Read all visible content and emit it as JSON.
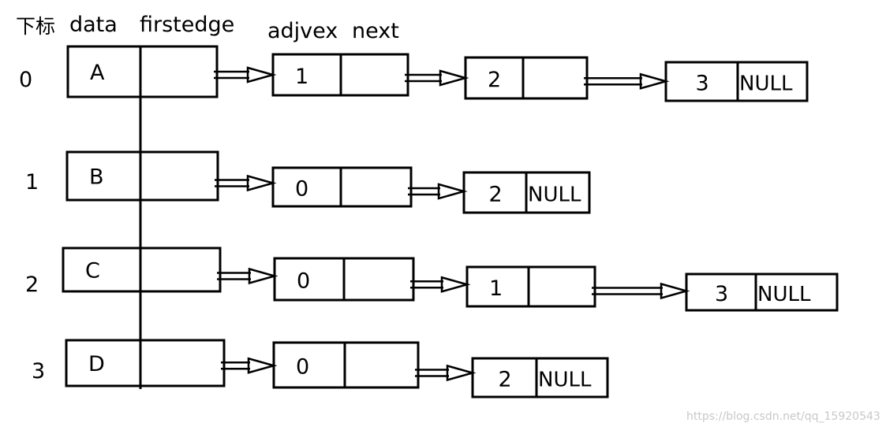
{
  "header": {
    "index": "下标",
    "data": "data",
    "firstedge": "firstedge",
    "adjvex": "adjvex",
    "next": "next"
  },
  "vertices": [
    {
      "index": "0",
      "data": "A",
      "edges": [
        {
          "adjvex": "1",
          "next": ""
        },
        {
          "adjvex": "2",
          "next": ""
        },
        {
          "adjvex": "3",
          "next": "NULL"
        }
      ]
    },
    {
      "index": "1",
      "data": "B",
      "edges": [
        {
          "adjvex": "0",
          "next": ""
        },
        {
          "adjvex": "2",
          "next": "NULL"
        }
      ]
    },
    {
      "index": "2",
      "data": "C",
      "edges": [
        {
          "adjvex": "0",
          "next": ""
        },
        {
          "adjvex": "1",
          "next": ""
        },
        {
          "adjvex": "3",
          "next": "NULL"
        }
      ]
    },
    {
      "index": "3",
      "data": "D",
      "edges": [
        {
          "adjvex": "0",
          "next": ""
        },
        {
          "adjvex": "2",
          "next": "NULL"
        }
      ]
    }
  ],
  "watermark": "https://blog.csdn.net/qq_15920543"
}
